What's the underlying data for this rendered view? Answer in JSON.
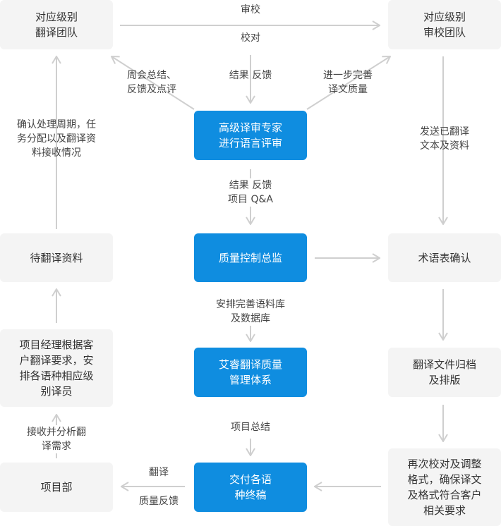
{
  "colors": {
    "blue_box": "#0f8de0",
    "grey_box": "#f4f4f4",
    "arrow": "#cfcfcf",
    "text": "#333333"
  },
  "boxes": {
    "left_team": "对应级别\n翻译团队",
    "right_team": "对应级别\n审校团队",
    "expert": "高级译审专家\n进行语言评审",
    "left_pending": "待翻译资料",
    "qc": "质量控制总监",
    "term": "术语表确认",
    "pm_assign": "项目经理根据客\n户翻译要求，安\n排各语种相应级\n别译员",
    "system": "艾睿翻译质量\n管理体系",
    "archive": "翻译文件归档\n及排版",
    "dept": "项目部",
    "deliver": "交付各语\n种终稿",
    "recheck": "再次校对及调整\n格式，确保译文\n及格式符合客户\n相关要求"
  },
  "labels": {
    "top_review": "审校",
    "top_proof": "校对",
    "weekly": "周会总结、\n反馈及点评",
    "result_feedback": "结果  反馈",
    "improve": "进一步完善\n译文质量",
    "confirm_cycle": "确认处理周期，任\n务分配以及翻译资\n料接收情况",
    "send_translated": "发送已翻译\n文本及资料",
    "result_project": "结果  反馈\n项目  Q&A",
    "corpus": "安排完善语料库\n及数据库",
    "project_summary": "项目总结",
    "receive": "接收并分析翻\n译需求",
    "translate": "翻译",
    "quality_feedback": "质量反馈"
  }
}
